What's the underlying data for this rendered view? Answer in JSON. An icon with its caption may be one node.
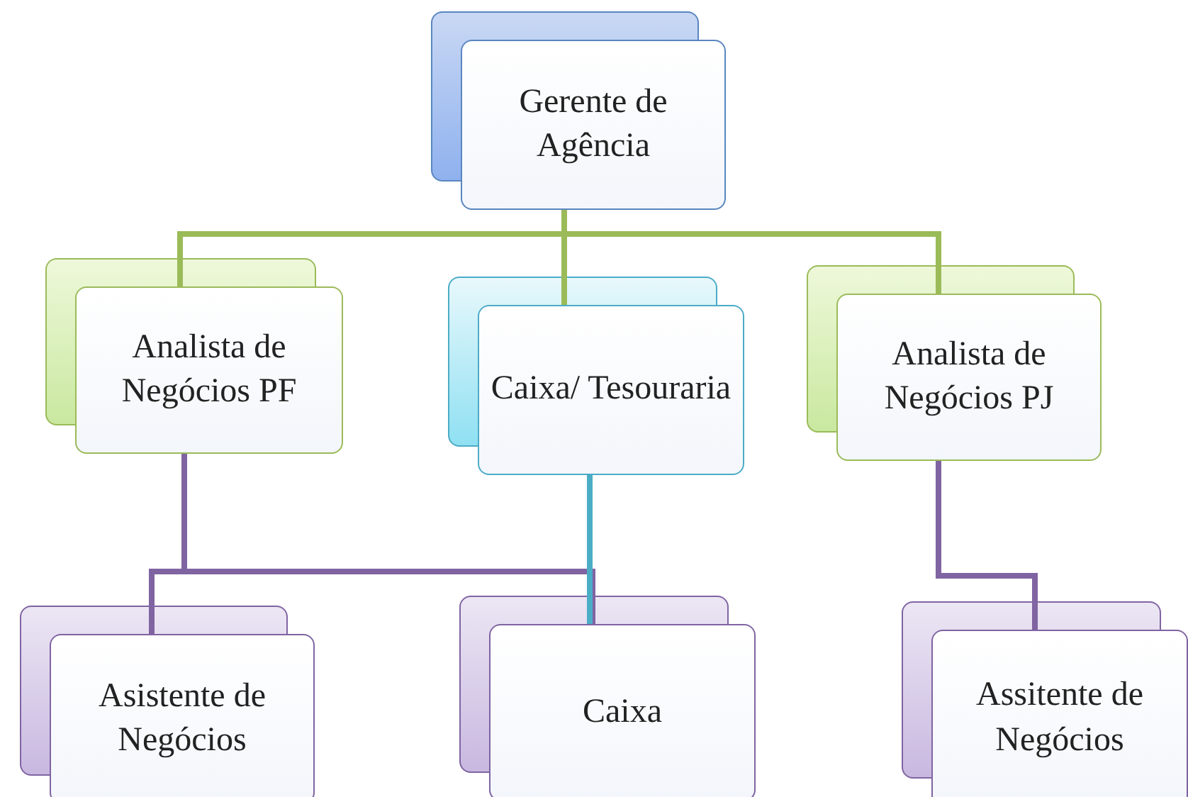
{
  "diagram": {
    "nodes": [
      {
        "text": [
          "Gerente de Agência"
        ]
      },
      {
        "text": [
          "Analista de Negócios PF"
        ]
      },
      {
        "text": [
          "Caixa/ Tesouraria"
        ]
      },
      {
        "text": [
          "Analista de Negócios PJ"
        ]
      },
      {
        "text": [
          "Asistente de Negócios"
        ]
      },
      {
        "text": [
          "Caixa"
        ]
      },
      {
        "text": [
          "Assitente de Negócios"
        ]
      }
    ],
    "edges": [
      {
        "from": 0,
        "to": 1,
        "arrow": "none",
        "color": "#9bbb59"
      },
      {
        "from": 0,
        "to": 2,
        "arrow": "none",
        "color": "#9bbb59"
      },
      {
        "from": 0,
        "to": 3,
        "arrow": "none",
        "color": "#9bbb59"
      },
      {
        "from": 1,
        "to": 4,
        "arrow": "none"
      },
      {
        "from": 1,
        "to": 5,
        "arrow": "none"
      },
      {
        "from": 2,
        "to": 5,
        "arrow": "none",
        "color": "#4bacc6"
      },
      {
        "from": 3,
        "to": 6,
        "arrow": "none"
      }
    ]
  }
}
